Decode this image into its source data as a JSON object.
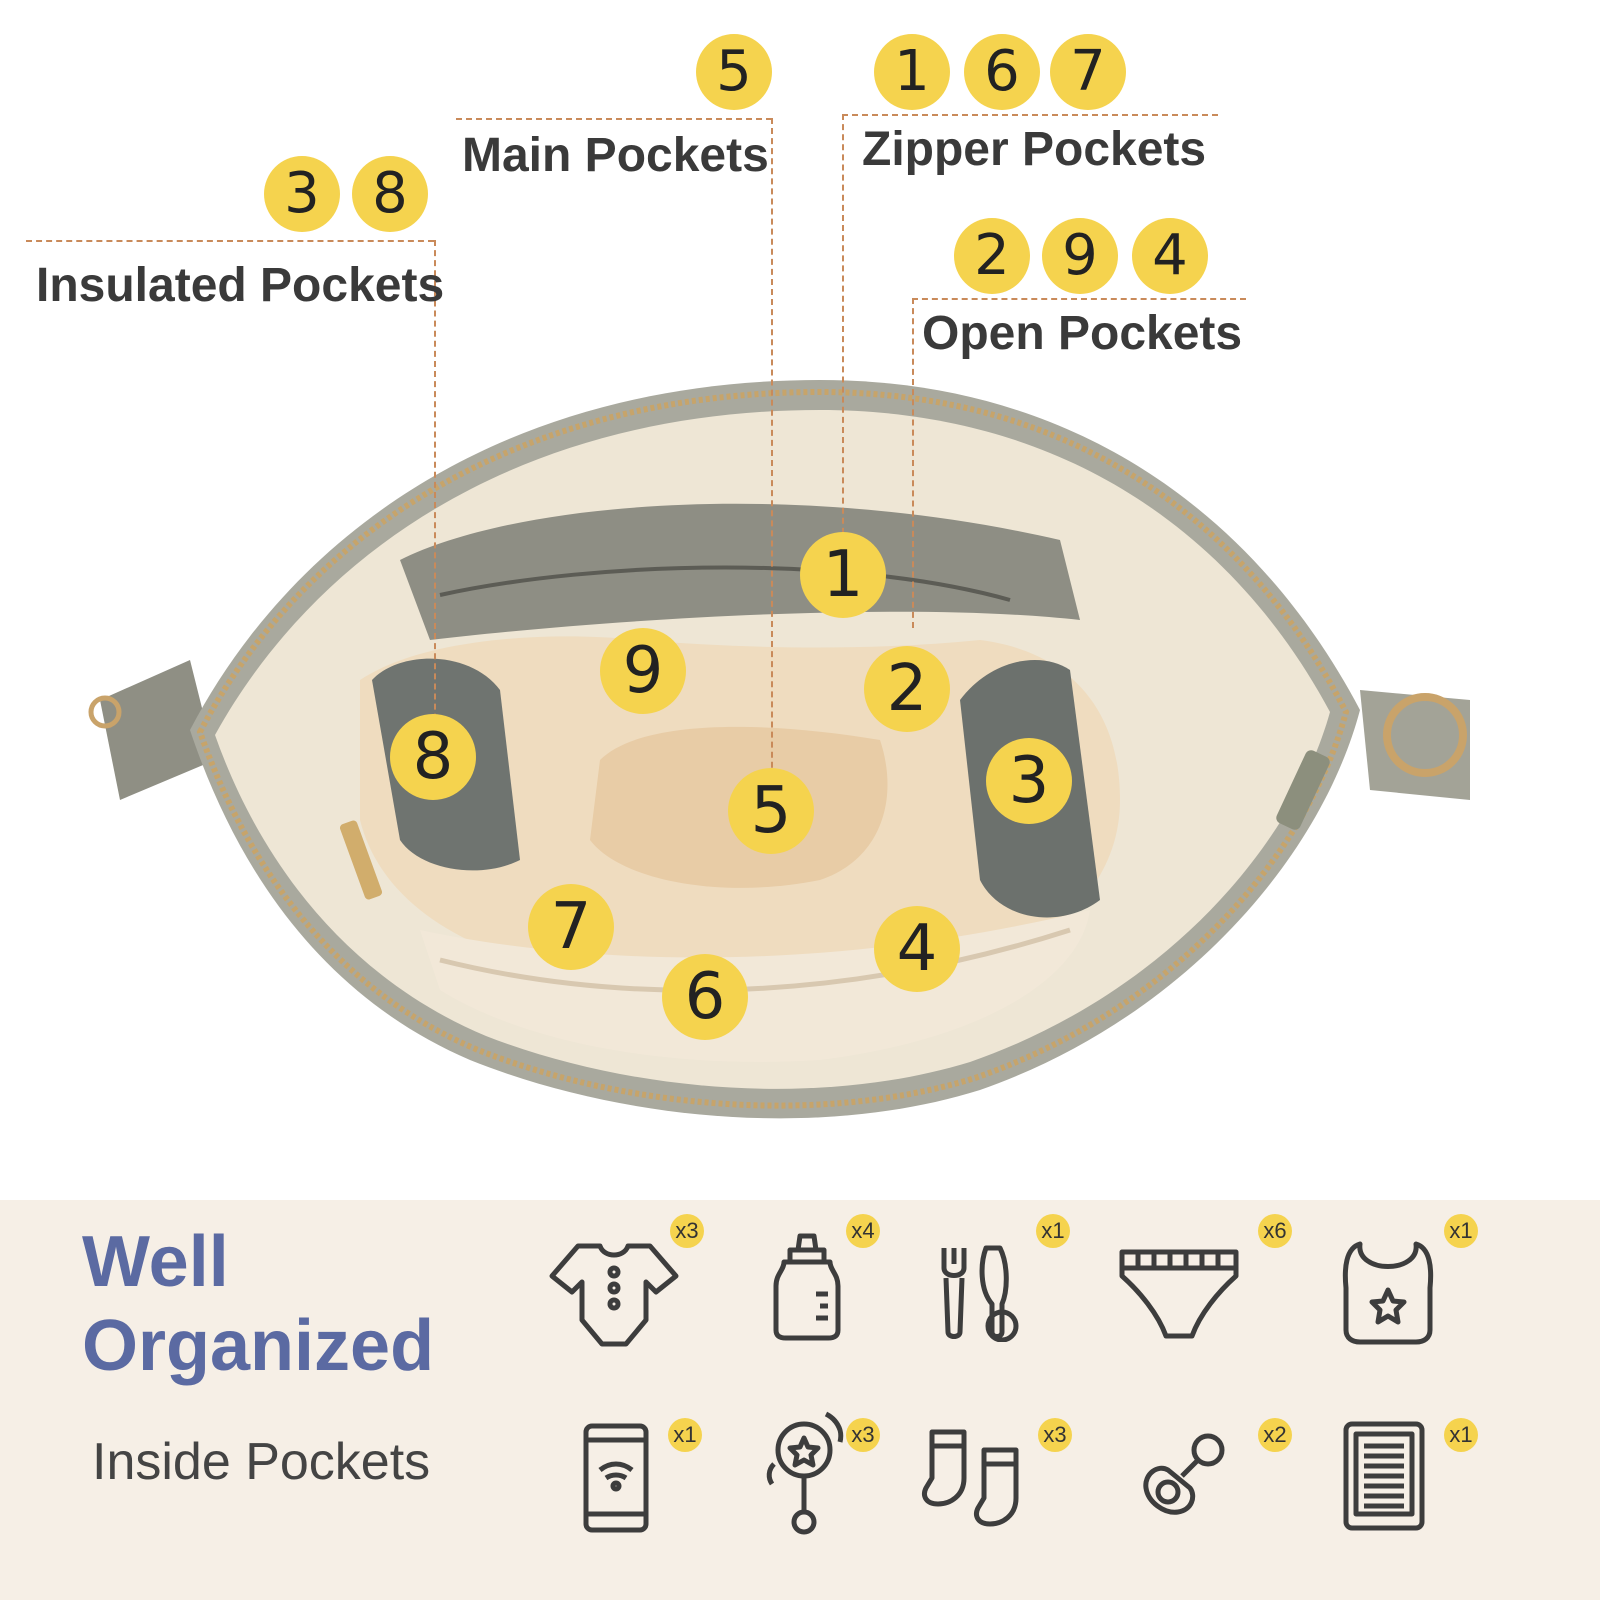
{
  "colors": {
    "badge": "#f5d34e",
    "leader_line": "#c98a5a",
    "title": "#5b6aa2",
    "panel_bg": "#f6efe6",
    "icon_stroke": "#3d3d3d",
    "bag_outer": "#a9a99e",
    "bag_lining": "#eadfc9"
  },
  "callouts": [
    {
      "id": "insulated",
      "label": "Insulated Pockets",
      "badges": [
        "3",
        "8"
      ]
    },
    {
      "id": "main",
      "label": "Main Pockets",
      "badges": [
        "5"
      ]
    },
    {
      "id": "zipper",
      "label": "Zipper Pockets",
      "badges": [
        "1",
        "6",
        "7"
      ]
    },
    {
      "id": "open",
      "label": "Open Pockets",
      "badges": [
        "2",
        "9",
        "4"
      ]
    }
  ],
  "bag_markers": [
    "1",
    "2",
    "3",
    "4",
    "5",
    "6",
    "7",
    "8",
    "9"
  ],
  "panel": {
    "title_line1": "Well",
    "title_line2": "Organized",
    "subtitle": "Inside Pockets",
    "items": [
      {
        "icon": "onesie-icon",
        "count": "x3"
      },
      {
        "icon": "baby-bottle-icon",
        "count": "x4"
      },
      {
        "icon": "utensils-icon",
        "count": "x1"
      },
      {
        "icon": "diaper-icon",
        "count": "x6"
      },
      {
        "icon": "bib-icon",
        "count": "x1"
      },
      {
        "icon": "smartphone-icon",
        "count": "x1"
      },
      {
        "icon": "rattle-icon",
        "count": "x3"
      },
      {
        "icon": "socks-icon",
        "count": "x3"
      },
      {
        "icon": "pacifier-icon",
        "count": "x2"
      },
      {
        "icon": "tablet-icon",
        "count": "x1"
      }
    ]
  }
}
